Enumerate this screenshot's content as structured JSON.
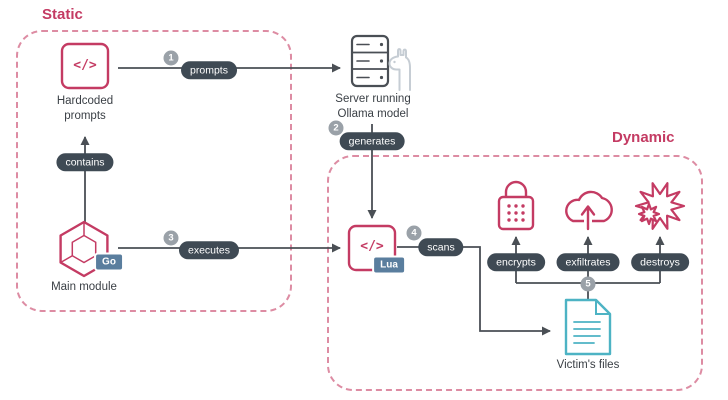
{
  "diagram": {
    "titles": {
      "static": "Static",
      "dynamic": "Dynamic"
    },
    "steps": {
      "s1": "1",
      "s2": "2",
      "s3": "3",
      "s4": "4",
      "s5": "5"
    },
    "pills": {
      "contains": "contains",
      "prompts": "prompts",
      "generates": "generates",
      "executes": "executes",
      "scans": "scans",
      "encrypts": "encrypts",
      "exfiltrates": "exfiltrates",
      "destroys": "destroys"
    },
    "nodes": {
      "hardcoded_prompts": "Hardcoded prompts",
      "server": "Server running Ollama model",
      "main_module": "Main module",
      "victims_files": "Victim's files"
    },
    "badges": {
      "go": "Go",
      "lua": "Lua"
    },
    "glyphs": {
      "code": "</>"
    },
    "colors": {
      "accent": "#c43b63",
      "box_border": "#dd8ca3",
      "pill_bg": "#3f4a54",
      "step_bg": "#9aa1a8",
      "badge_bg": "#5a7e9e",
      "teal": "#4db3c4",
      "line": "#4a4f55",
      "llama": "#c6cdd4"
    }
  }
}
